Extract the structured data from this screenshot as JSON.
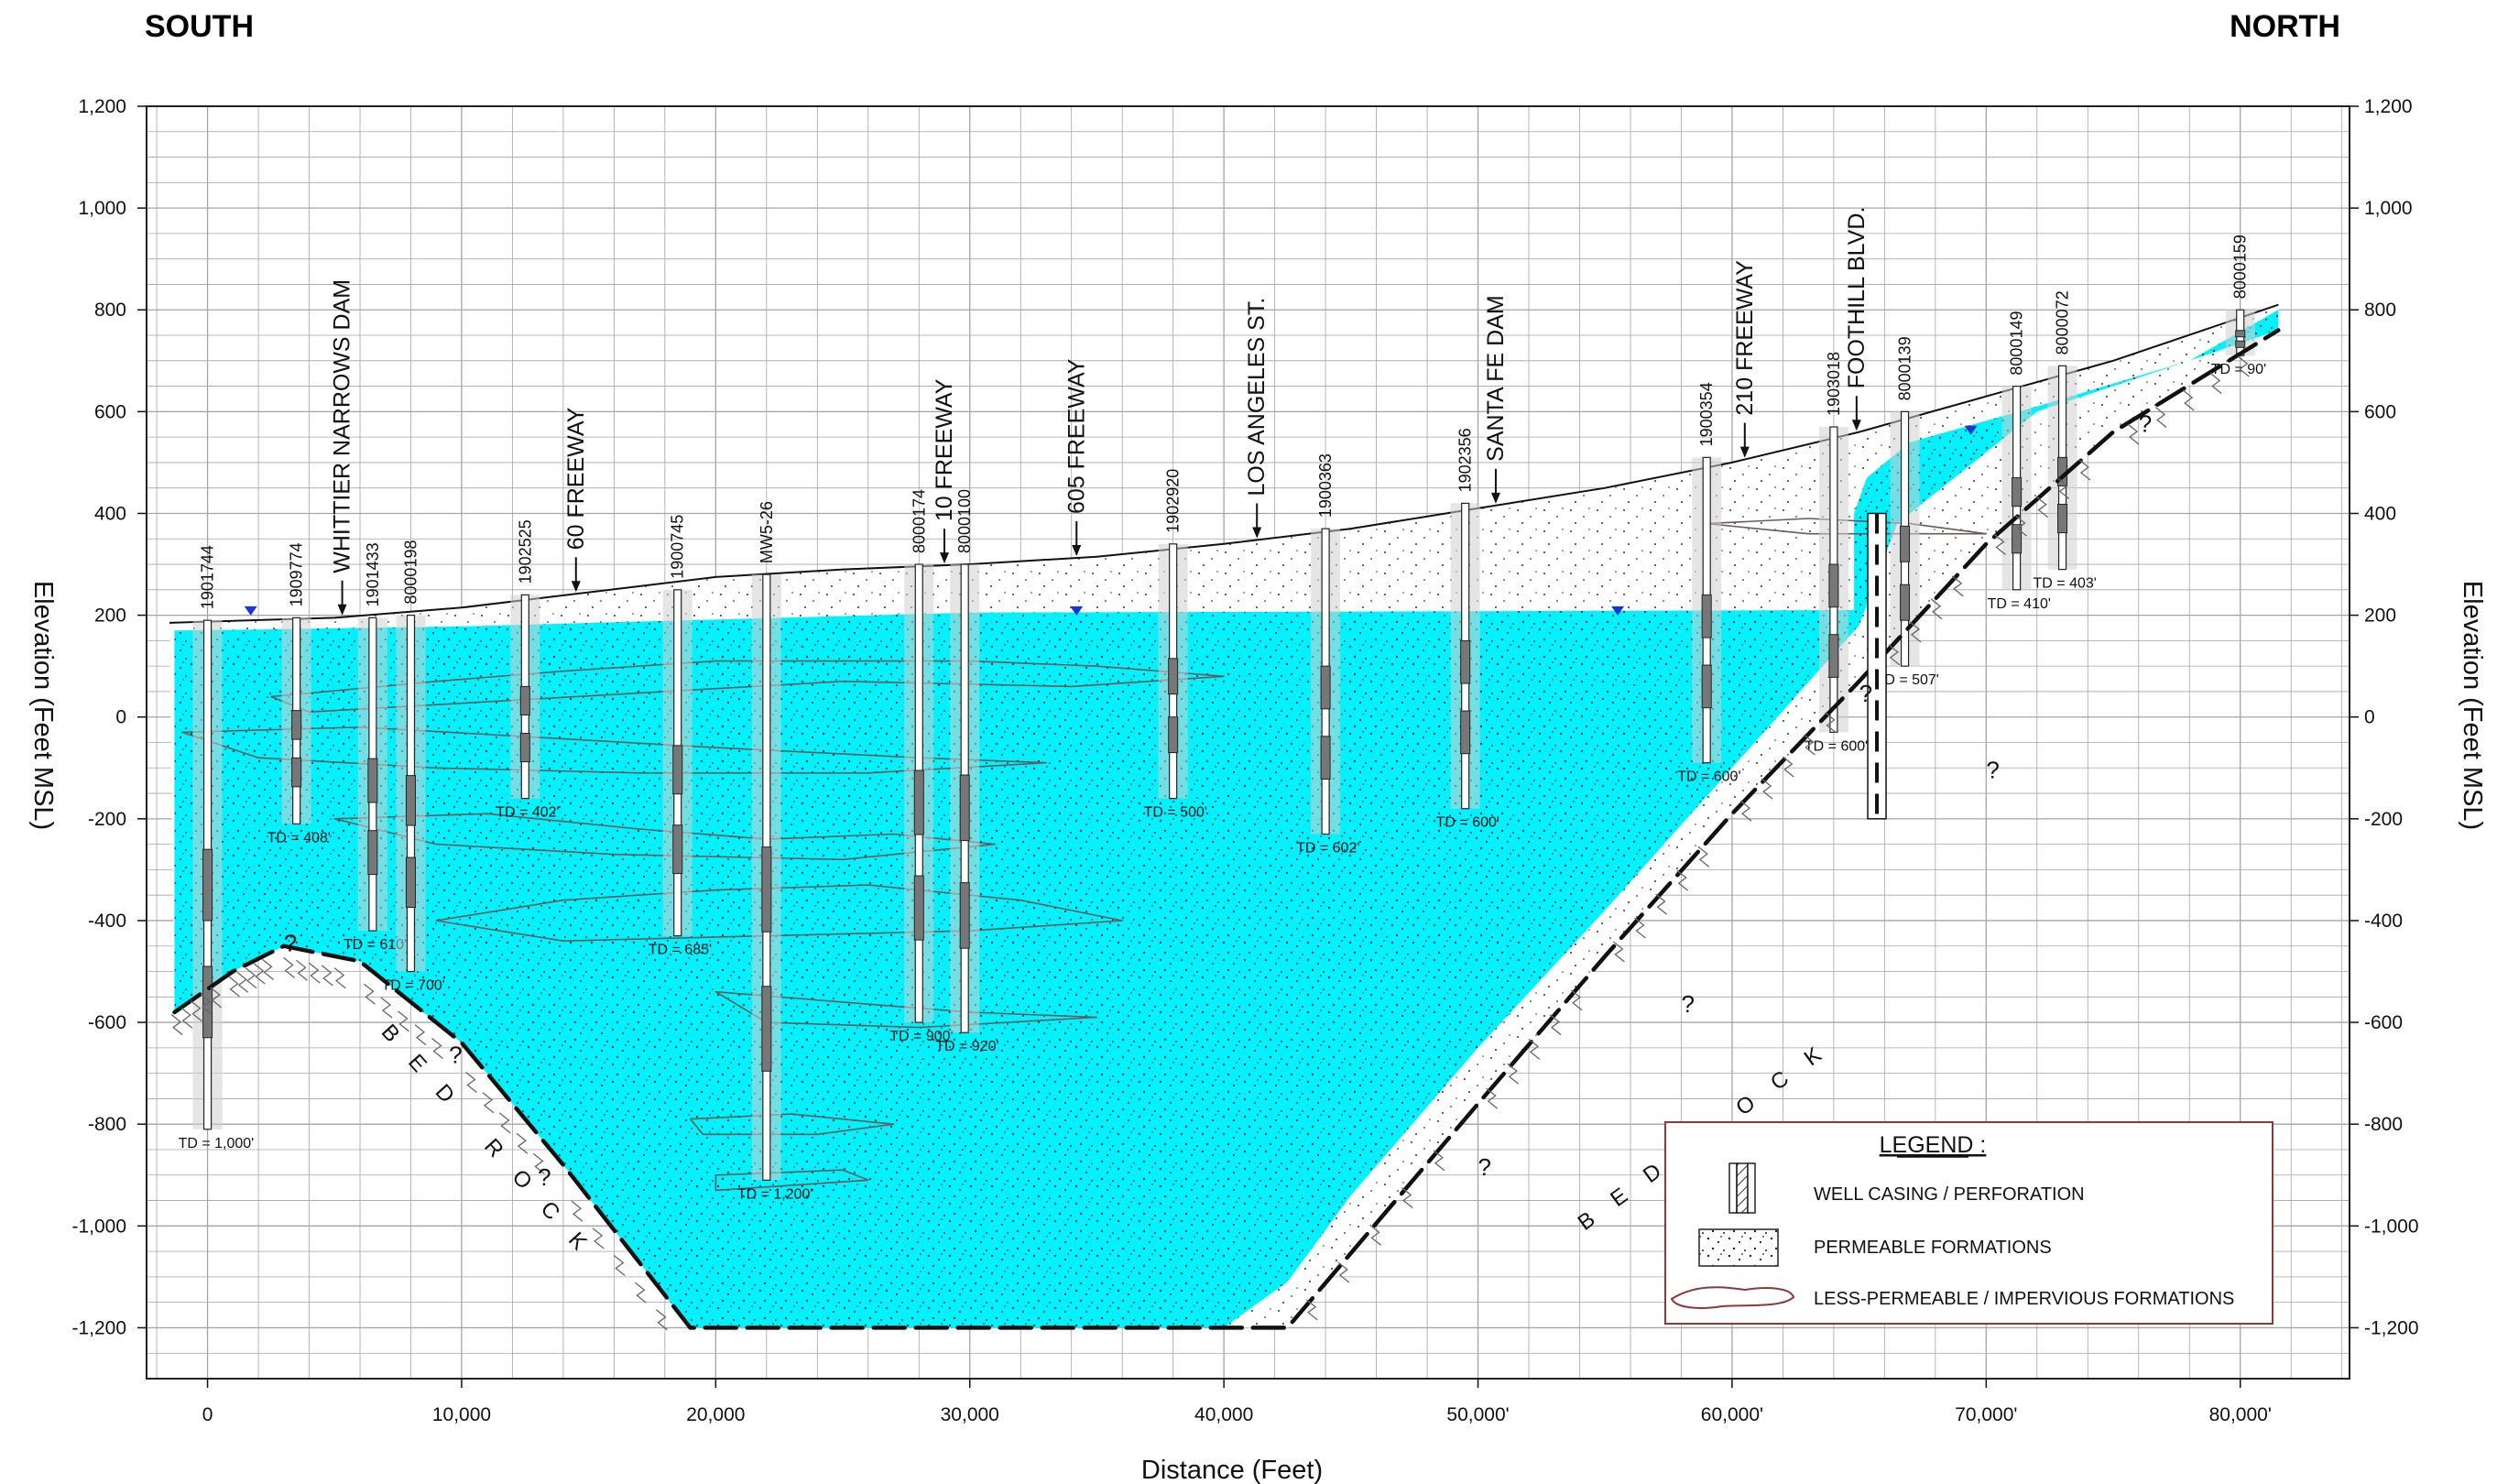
{
  "header": {
    "left": "SOUTH",
    "right": "NORTH"
  },
  "axes": {
    "y_label": "Elevation (Feet MSL)",
    "x_label": "Distance (Feet)",
    "y_ticks": [
      "1,200",
      "1,000",
      "800",
      "600",
      "400",
      "200",
      "0",
      "-200",
      "-400",
      "-600",
      "-800",
      "-1,000",
      "-1,200"
    ],
    "y_values": [
      1200,
      1000,
      800,
      600,
      400,
      200,
      0,
      -200,
      -400,
      -600,
      -800,
      -1000,
      -1200
    ],
    "x_ticks": [
      "0",
      "10,000",
      "20,000",
      "30,000",
      "40,000",
      "50,000'",
      "60,000'",
      "70,000'",
      "80,000'"
    ],
    "x_values": [
      0,
      10000,
      20000,
      30000,
      40000,
      50000,
      60000,
      70000,
      80000
    ],
    "x_range": [
      -2400,
      84300
    ],
    "y_range": [
      -1300,
      1200
    ]
  },
  "wells": [
    {
      "id": "1901744",
      "x": 0,
      "top": 190,
      "bottom": -810,
      "td": "TD = 1,000'"
    },
    {
      "id": "1909774",
      "x": 3500,
      "top": 195,
      "bottom": -210,
      "td": "TD = 408'"
    },
    {
      "id": "1901433",
      "x": 6500,
      "top": 195,
      "bottom": -420,
      "td": "TD = 610'"
    },
    {
      "id": "8000198",
      "x": 8000,
      "top": 200,
      "bottom": -500,
      "td": "TD = 700'"
    },
    {
      "id": "1902525",
      "x": 12500,
      "top": 240,
      "bottom": -160,
      "td": "TD = 402'"
    },
    {
      "id": "1900745",
      "x": 18500,
      "top": 250,
      "bottom": -430,
      "td": "TD = 685'"
    },
    {
      "id": "MW5-26",
      "x": 22000,
      "top": 280,
      "bottom": -910,
      "td": "TD = 1,200'"
    },
    {
      "id": "8000174",
      "x": 28000,
      "top": 300,
      "bottom": -600,
      "td": "TD = 900'"
    },
    {
      "id": "8000100",
      "x": 29800,
      "top": 300,
      "bottom": -620,
      "td": "TD = 920'"
    },
    {
      "id": "1902920",
      "x": 38000,
      "top": 340,
      "bottom": -160,
      "td": "TD = 500'"
    },
    {
      "id": "1900363",
      "x": 44000,
      "top": 370,
      "bottom": -230,
      "td": "TD = 602'"
    },
    {
      "id": "1902356",
      "x": 49500,
      "top": 420,
      "bottom": -180,
      "td": "TD = 600'"
    },
    {
      "id": "1900354",
      "x": 59000,
      "top": 510,
      "bottom": -90,
      "td": "TD = 600'"
    },
    {
      "id": "1903018",
      "x": 64000,
      "top": 570,
      "bottom": -30,
      "td": "TD = 600'"
    },
    {
      "id": "8000139",
      "x": 66800,
      "top": 600,
      "bottom": 100,
      "td": "TD = 507'"
    },
    {
      "id": "8000149",
      "x": 71200,
      "top": 650,
      "bottom": 250,
      "td": "TD = 410'"
    },
    {
      "id": "8000072",
      "x": 73000,
      "top": 690,
      "bottom": 290,
      "td": "TD = 403'"
    },
    {
      "id": "8000159",
      "x": 80000,
      "top": 800,
      "bottom": 710,
      "td": "TD = 90'"
    }
  ],
  "landmarks": [
    {
      "label": "WHITTIER NARROWS DAM",
      "x": 5300
    },
    {
      "label": "60 FREEWAY",
      "x": 14500
    },
    {
      "label": "10 FREEWAY",
      "x": 29000
    },
    {
      "label": "605 FREEWAY",
      "x": 34200
    },
    {
      "label": "LOS ANGELES ST.",
      "x": 41300
    },
    {
      "label": "SANTA FE DAM",
      "x": 50700
    },
    {
      "label": "210 FREEWAY",
      "x": 60500
    },
    {
      "label": "FOOTHILL BLVD.",
      "x": 64900
    }
  ],
  "surface_profile": [
    [
      -1500,
      185
    ],
    [
      5000,
      195
    ],
    [
      10000,
      215
    ],
    [
      15000,
      245
    ],
    [
      20000,
      275
    ],
    [
      25000,
      290
    ],
    [
      30000,
      300
    ],
    [
      35000,
      315
    ],
    [
      40000,
      340
    ],
    [
      45000,
      370
    ],
    [
      50000,
      410
    ],
    [
      55000,
      450
    ],
    [
      60000,
      500
    ],
    [
      65000,
      560
    ],
    [
      70000,
      630
    ],
    [
      75000,
      700
    ],
    [
      81500,
      810
    ]
  ],
  "water_body": [
    [
      -1300,
      170
    ],
    [
      2000,
      172
    ],
    [
      10000,
      178
    ],
    [
      30000,
      205
    ],
    [
      64800,
      210
    ],
    [
      64800,
      400
    ],
    [
      65300,
      470
    ],
    [
      67000,
      540
    ],
    [
      72000,
      610
    ],
    [
      78000,
      700
    ],
    [
      81500,
      800
    ],
    [
      81500,
      760
    ],
    [
      78000,
      700
    ],
    [
      72000,
      600
    ],
    [
      66500,
      380
    ],
    [
      65000,
      180
    ],
    [
      60000,
      -100
    ],
    [
      55000,
      -380
    ],
    [
      50000,
      -650
    ],
    [
      45000,
      -940
    ],
    [
      42500,
      -1110
    ],
    [
      40000,
      -1200
    ],
    [
      19000,
      -1200
    ],
    [
      14000,
      -880
    ],
    [
      10000,
      -640
    ],
    [
      6000,
      -480
    ],
    [
      3000,
      -450
    ],
    [
      1000,
      -500
    ],
    [
      -1300,
      -580
    ]
  ],
  "bedrock_boundary": [
    [
      -1300,
      -580
    ],
    [
      1000,
      -500
    ],
    [
      3000,
      -450
    ],
    [
      6000,
      -480
    ],
    [
      10000,
      -640
    ],
    [
      14000,
      -880
    ],
    [
      19000,
      -1200
    ],
    [
      42500,
      -1200
    ],
    [
      50000,
      -760
    ],
    [
      55000,
      -470
    ],
    [
      60000,
      -190
    ],
    [
      65000,
      70
    ],
    [
      70000,
      340
    ],
    [
      75000,
      560
    ],
    [
      81500,
      760
    ]
  ],
  "bedrock_label": "BED ROCK",
  "bedrock_label_north": "BED ROCK",
  "fault": {
    "x": 65700,
    "top": 400,
    "bottom": -200
  },
  "less_permeable_lenses": [
    [
      [
        2500,
        40
      ],
      [
        9000,
        70
      ],
      [
        14000,
        90
      ],
      [
        20000,
        110
      ],
      [
        24000,
        110
      ],
      [
        30000,
        110
      ],
      [
        35000,
        100
      ],
      [
        40000,
        80
      ],
      [
        34000,
        60
      ],
      [
        25000,
        70
      ],
      [
        18000,
        50
      ],
      [
        11000,
        30
      ],
      [
        4000,
        10
      ]
    ],
    [
      [
        -1000,
        -30
      ],
      [
        6000,
        -20
      ],
      [
        13000,
        -40
      ],
      [
        20000,
        -60
      ],
      [
        28000,
        -80
      ],
      [
        33000,
        -90
      ],
      [
        26000,
        -110
      ],
      [
        17000,
        -110
      ],
      [
        9000,
        -100
      ],
      [
        2000,
        -80
      ]
    ],
    [
      [
        5000,
        -200
      ],
      [
        11000,
        -190
      ],
      [
        17000,
        -220
      ],
      [
        22000,
        -240
      ],
      [
        27000,
        -230
      ],
      [
        31000,
        -250
      ],
      [
        25000,
        -280
      ],
      [
        16000,
        -270
      ],
      [
        9000,
        -250
      ]
    ],
    [
      [
        9000,
        -400
      ],
      [
        14000,
        -360
      ],
      [
        20000,
        -340
      ],
      [
        26000,
        -330
      ],
      [
        32000,
        -360
      ],
      [
        36000,
        -400
      ],
      [
        30000,
        -420
      ],
      [
        22000,
        -430
      ],
      [
        14000,
        -440
      ]
    ],
    [
      [
        20000,
        -540
      ],
      [
        25000,
        -560
      ],
      [
        30000,
        -580
      ],
      [
        35000,
        -590
      ],
      [
        28000,
        -610
      ],
      [
        22000,
        -600
      ]
    ],
    [
      [
        19000,
        -790
      ],
      [
        23000,
        -780
      ],
      [
        27000,
        -800
      ],
      [
        24000,
        -820
      ],
      [
        19500,
        -820
      ]
    ],
    [
      [
        20000,
        -900
      ],
      [
        25000,
        -890
      ],
      [
        26000,
        -910
      ],
      [
        20000,
        -930
      ]
    ],
    [
      [
        59000,
        380
      ],
      [
        63000,
        390
      ],
      [
        67000,
        380
      ],
      [
        70000,
        360
      ],
      [
        63000,
        360
      ]
    ]
  ],
  "water_table_marks": [
    1700,
    34200,
    55500,
    69400
  ],
  "legend": {
    "title": "LEGEND :",
    "items": [
      {
        "label": "WELL CASING / PERFORATION"
      },
      {
        "label": "PERMEABLE FORMATIONS"
      },
      {
        "label": "LESS-PERMEABLE / IMPERVIOUS FORMATIONS"
      }
    ]
  },
  "colors": {
    "water": "#00f2ff",
    "grid": "#9a9a9a",
    "line": "#111111",
    "lens": "#7a2e2e",
    "water_table": "#1a35d6"
  }
}
